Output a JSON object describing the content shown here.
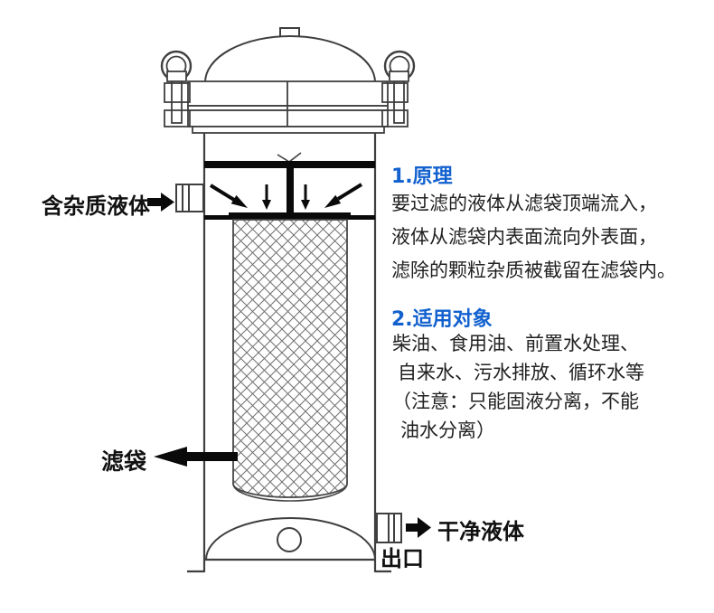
{
  "colors": {
    "accent_blue": "#1261cf",
    "line_gray": "#3f3f3f",
    "solid_black": "#0a0a0a",
    "body_text": "#222222"
  },
  "diagram": {
    "labels": {
      "inlet": "含杂质液体",
      "filter_bag": "滤袋",
      "clean_liquid": "干净液体",
      "outlet": "出口"
    },
    "parts": [
      "vent-knob",
      "top-dome",
      "lid-flange",
      "swing-eyebolt-left",
      "swing-eyebolt-right",
      "inlet-pipe",
      "vessel-shell",
      "distributor-plate",
      "bag-seal-plate",
      "filter-bag-mesh",
      "bottom-dish",
      "drain-hole",
      "outlet-pipe",
      "support-feet"
    ]
  },
  "principle": {
    "heading": "1.原理",
    "lines": [
      "要过滤的液体从滤袋顶端流入，",
      "液体从滤袋内表面流向外表面，",
      "滤除的颗粒杂质被截留在滤袋内。"
    ]
  },
  "application": {
    "heading": "2.适用对象",
    "lines": [
      "柴油、食用油、前置水处理、",
      "自来水、污水排放、循环水等",
      "（注意：只能固液分离，不能",
      "油水分离）"
    ]
  }
}
